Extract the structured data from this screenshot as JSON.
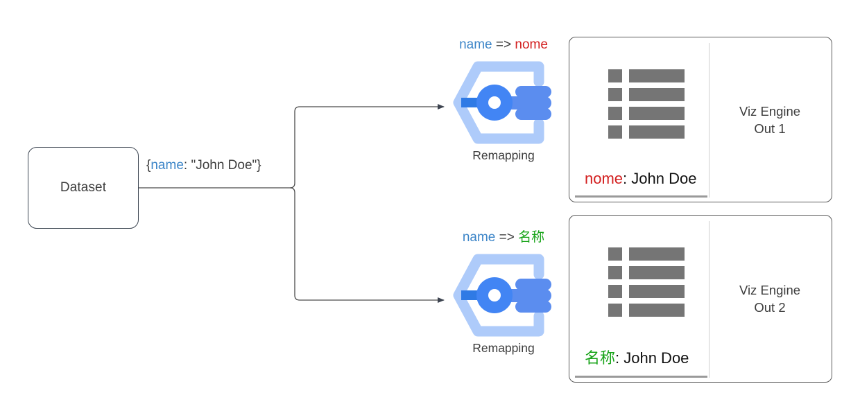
{
  "diagram": {
    "source_node": {
      "label": "Dataset"
    },
    "edge_payload": {
      "open_brace": "{",
      "key": "name",
      "rest": ": \"John Doe\"}"
    },
    "branches": [
      {
        "mapping": {
          "from": "name",
          "arrow": "=>",
          "to": "nome",
          "to_color": "#d32020"
        },
        "node_title": "Remapping",
        "icon": "remapping-icon",
        "output_panel": {
          "engine_label_line1": "Viz Engine",
          "engine_label_line2": "Out 1",
          "result_key": "nome",
          "result_rest": ": John Doe",
          "result_key_color": "#d32020",
          "list_rows": 4
        }
      },
      {
        "mapping": {
          "from": "name",
          "arrow": "=>",
          "to": "名称",
          "to_color": "#17a318"
        },
        "node_title": "Remapping",
        "icon": "remapping-icon",
        "output_panel": {
          "engine_label_line1": "Viz Engine",
          "engine_label_line2": "Out 2",
          "result_key": "名称",
          "result_rest": ": John Doe",
          "result_key_color": "#17a318",
          "list_rows": 4
        }
      }
    ],
    "colors": {
      "key_blue": "#3c85c8",
      "text_dark": "#3d3d3d",
      "connector": "#4a4a4a",
      "icon_light_blue": "#aecbfa",
      "icon_blue": "#5b8def",
      "icon_blue_dark": "#2f7ae5",
      "list_gray": "#757575",
      "panel_border": "#5a5a5a"
    }
  }
}
